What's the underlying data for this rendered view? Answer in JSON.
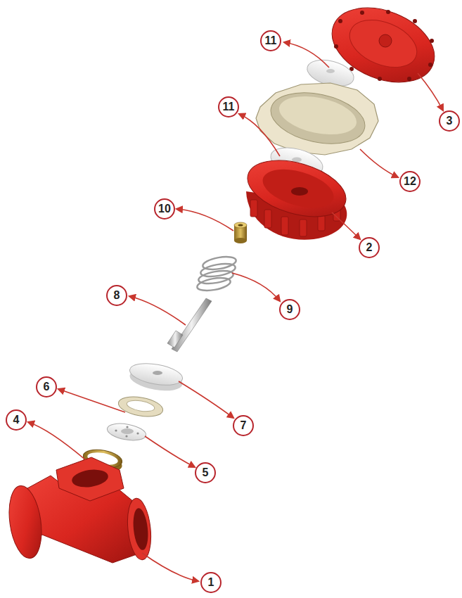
{
  "diagram": {
    "labels": [
      "11",
      "3",
      "11",
      "12",
      "10",
      "2",
      "8",
      "9",
      "6",
      "7",
      "4",
      "5",
      "1"
    ]
  }
}
